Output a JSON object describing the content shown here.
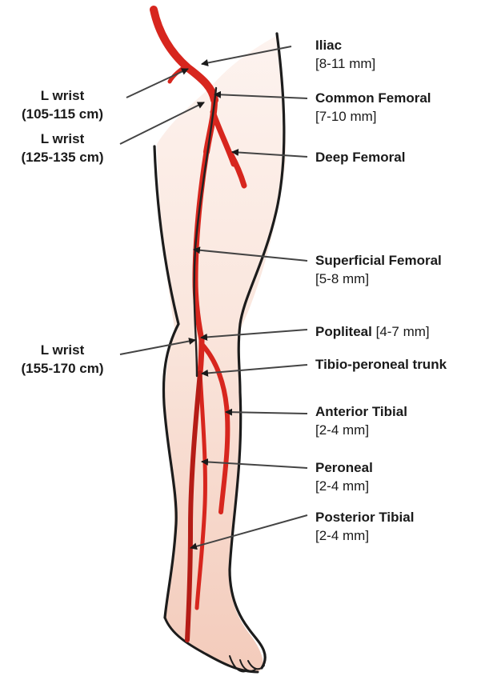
{
  "labels": {
    "iliac": {
      "name": "Iliac",
      "size": "[8-11 mm]"
    },
    "common_femoral": {
      "name": "Common Femoral",
      "size": "[7-10 mm]"
    },
    "deep_femoral": {
      "name": "Deep Femoral"
    },
    "superficial_femoral": {
      "name": "Superficial Femoral",
      "size": "[5-8 mm]"
    },
    "popliteal": {
      "name": "Popliteal",
      "size": "[4-7 mm]"
    },
    "tibio_peroneal": {
      "name": "Tibio-peroneal trunk"
    },
    "anterior_tibial": {
      "name": "Anterior Tibial",
      "size": "[2-4 mm]"
    },
    "peroneal": {
      "name": "Peroneal",
      "size": "[2-4 mm]"
    },
    "posterior_tibial": {
      "name": "Posterior Tibial",
      "size": "[2-4 mm]"
    }
  },
  "left_labels": {
    "wrist_1": {
      "line1": "L wrist",
      "line2": "(105-115 cm)"
    },
    "wrist_2": {
      "line1": "L wrist",
      "line2": "(125-135 cm)"
    },
    "wrist_3": {
      "line1": "L wrist",
      "line2": "(155-170 cm)"
    }
  },
  "colors": {
    "artery": "#d7261e",
    "artery_dark": "#b51c16",
    "skin_light": "#fbe9e2",
    "skin_dark": "#f2c7b6",
    "outline": "#1c1c1c",
    "leader": "#444444"
  }
}
